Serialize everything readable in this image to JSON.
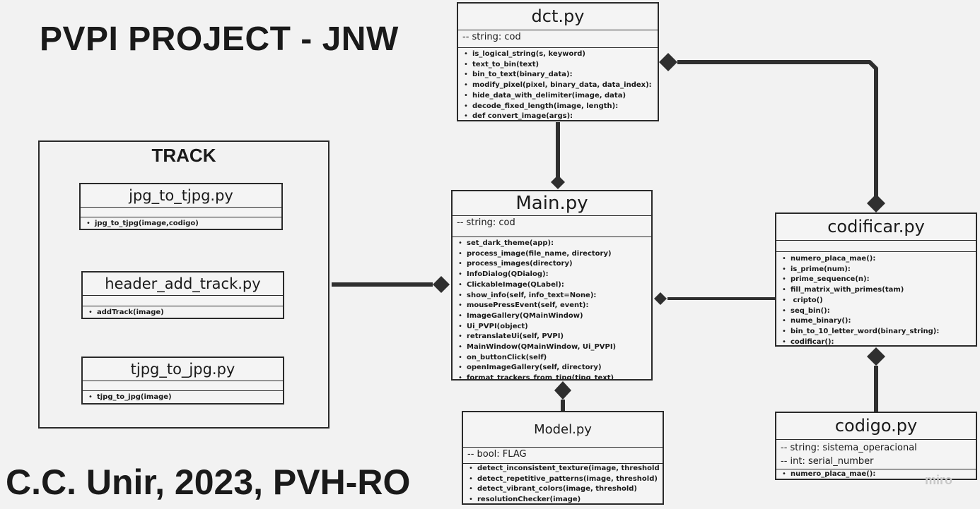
{
  "title": "PVPI PROJECT - JNW",
  "footer": "C.C. Unir, 2023, PVH-RO",
  "watermark": "miro",
  "track": {
    "title": "TRACK",
    "classes": [
      {
        "name": "jpg_to_tjpg.py",
        "methods": [
          "jpg_to_tjpg(image,codigo)"
        ]
      },
      {
        "name": "header_add_track.py",
        "methods": [
          "addTrack(image)"
        ]
      },
      {
        "name": "tjpg_to_jpg.py",
        "methods": [
          "tjpg_to_jpg(image)"
        ]
      }
    ]
  },
  "dct": {
    "name": "dct.py",
    "attrs": [
      "-- string: cod"
    ],
    "methods": [
      "is_logical_string(s, keyword)",
      "text_to_bin(text)",
      "bin_to_text(binary_data):",
      "modify_pixel(pixel, binary_data, data_index):",
      "hide_data_with_delimiter(image, data)",
      "decode_fixed_length(image, length):",
      "def convert_image(args):"
    ]
  },
  "main": {
    "name": "Main.py",
    "attrs": [
      "-- string: cod"
    ],
    "methods": [
      "set_dark_theme(app):",
      "process_image(file_name, directory)",
      "process_images(directory)",
      "InfoDialog(QDialog):",
      "ClickableImage(QLabel):",
      "show_info(self, info_text=None):",
      "mousePressEvent(self, event):",
      "ImageGallery(QMainWindow)",
      "Ui_PVPI(object)",
      "retranslateUi(self, PVPI)",
      "MainWindow(QMainWindow, Ui_PVPI)",
      "on_buttonClick(self)",
      "openImageGallery(self, directory)",
      "format_trackers_from_tjpg(tjpg_text)"
    ]
  },
  "model": {
    "name": "Model.py",
    "attrs": [
      "-- bool: FLAG"
    ],
    "methods": [
      "detect_inconsistent_texture(image, threshold limit)",
      "detect_repetitive_patterns(image, threshold)",
      "detect_vibrant_colors(image, threshold)",
      "resolutionChecker(image)"
    ]
  },
  "codificar": {
    "name": "codificar.py",
    "attrs": [],
    "methods": [
      "numero_placa_mae():",
      "is_prime(num):",
      "prime_sequence(n):",
      "fill_matrix_with_primes(tam)",
      " cripto()",
      "seq_bin():",
      "nume_binary():",
      "bin_to_10_letter_word(binary_string):",
      "codificar():"
    ]
  },
  "codigo": {
    "name": "codigo.py",
    "attrs": [
      "-- string: sistema_operacional",
      "-- int: serial_number"
    ],
    "methods": [
      "numero_placa_mae():"
    ]
  }
}
